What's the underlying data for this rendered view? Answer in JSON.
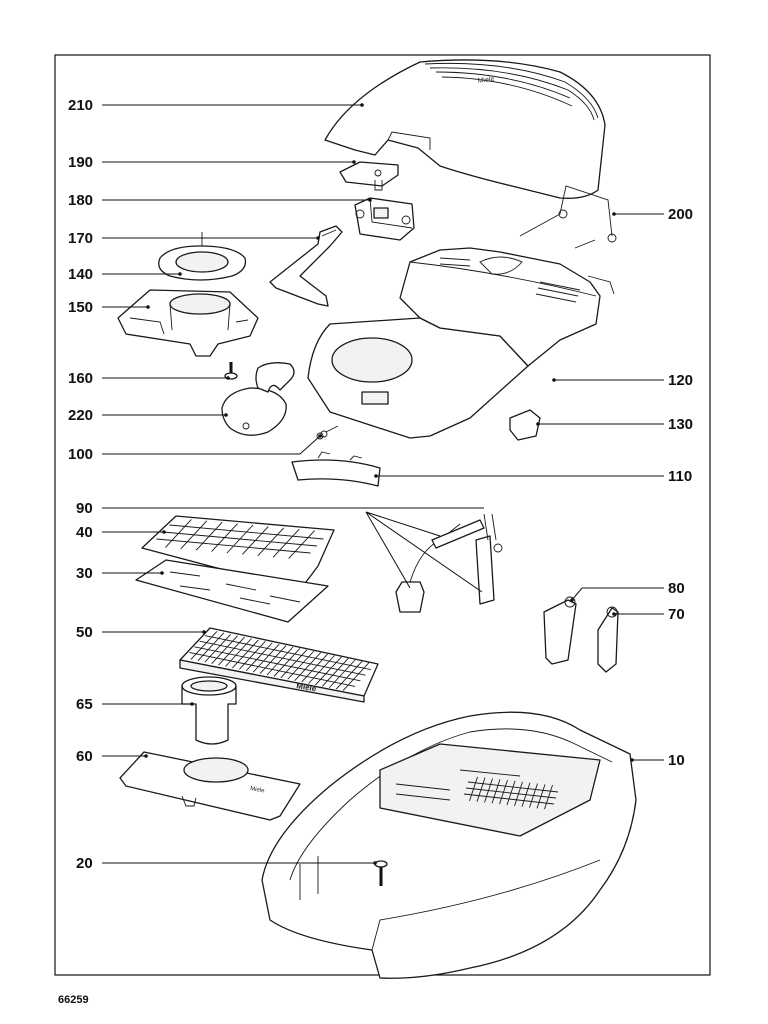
{
  "labels": [
    {
      "id": "210",
      "text": "210"
    },
    {
      "id": "190",
      "text": "190"
    },
    {
      "id": "180",
      "text": "180"
    },
    {
      "id": "170",
      "text": "170"
    },
    {
      "id": "140",
      "text": "140"
    },
    {
      "id": "150",
      "text": "150"
    },
    {
      "id": "160",
      "text": "160"
    },
    {
      "id": "220",
      "text": "220"
    },
    {
      "id": "100",
      "text": "100"
    },
    {
      "id": "90",
      "text": "90"
    },
    {
      "id": "40",
      "text": "40"
    },
    {
      "id": "30",
      "text": "30"
    },
    {
      "id": "50",
      "text": "50"
    },
    {
      "id": "65",
      "text": "65"
    },
    {
      "id": "60",
      "text": "60"
    },
    {
      "id": "20",
      "text": "20"
    },
    {
      "id": "200",
      "text": "200"
    },
    {
      "id": "120",
      "text": "120"
    },
    {
      "id": "130",
      "text": "130"
    },
    {
      "id": "110",
      "text": "110"
    },
    {
      "id": "80",
      "text": "80"
    },
    {
      "id": "70",
      "text": "70"
    },
    {
      "id": "10",
      "text": "10"
    }
  ],
  "doc_number": "66259",
  "part_marks": {
    "cover_logo": "Miele",
    "filter_logo": "Miele",
    "holder_logo": "Miele"
  }
}
